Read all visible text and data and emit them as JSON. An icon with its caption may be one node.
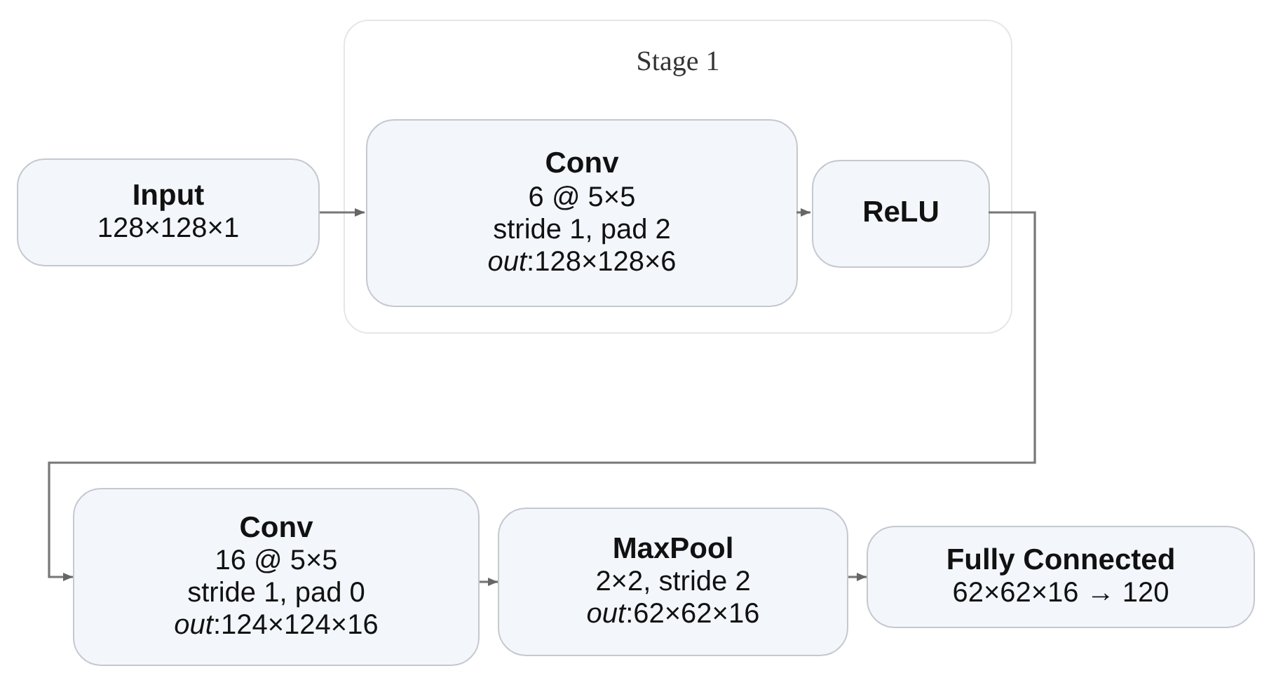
{
  "diagram": {
    "nodes": [
      {
        "text": [
          "Input",
          "128×128×1"
        ]
      },
      {
        "text": [
          "Stage 1"
        ]
      },
      {
        "text": [
          "Conv",
          "6 @ 5×5",
          "stride 1, pad 2",
          "*out*:128×128×6"
        ],
        "in": 1
      },
      {
        "text": [
          "ReLU"
        ],
        "in": 1
      },
      {
        "text": [
          "Conv",
          "16 @ 5×5",
          "stride 1, pad 0",
          "*out*:124×124×16"
        ]
      },
      {
        "text": [
          "MaxPool",
          "2×2, stride 2",
          "*out*:62×62×16"
        ]
      },
      {
        "text": [
          "Fully Connected",
          "62×62×16 → 120"
        ]
      }
    ],
    "edges": [
      {
        "from": 0,
        "to": 2,
        "arrow": "to"
      },
      {
        "from": 2,
        "to": 3,
        "arrow": "to"
      },
      {
        "from": 3,
        "to": 4,
        "arrow": "to"
      },
      {
        "from": 4,
        "to": 5,
        "arrow": "to"
      },
      {
        "from": 5,
        "to": 6,
        "arrow": "to"
      }
    ]
  }
}
